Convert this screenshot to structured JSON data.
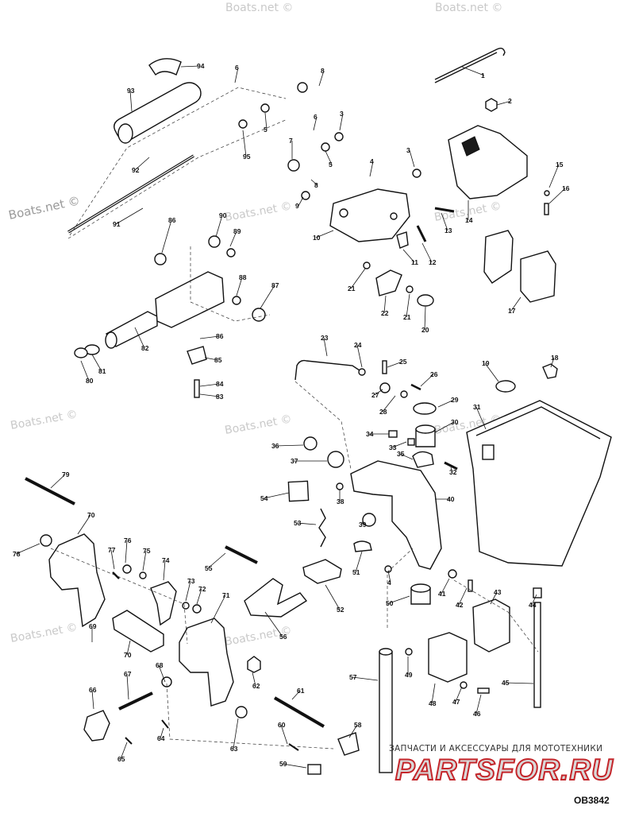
{
  "watermark": {
    "text": "Boats.net ©"
  },
  "footer": {
    "banner": "ЗАПЧАСТИ И АКСЕССУАРЫ ДЛЯ МОТОТЕХНИКИ",
    "brand": "PARTSFOR.RU",
    "drawing_code": "OB3842"
  },
  "callouts": [
    "1",
    "2",
    "3",
    "3",
    "4",
    "4",
    "5",
    "5",
    "6",
    "6",
    "7",
    "8",
    "8",
    "9",
    "10",
    "11",
    "12",
    "13",
    "14",
    "15",
    "16",
    "17",
    "18",
    "19",
    "20",
    "21",
    "21",
    "22",
    "23",
    "24",
    "25",
    "26",
    "27",
    "28",
    "29",
    "30",
    "31",
    "32",
    "33",
    "34",
    "35",
    "36",
    "37",
    "38",
    "39",
    "40",
    "41",
    "42",
    "43",
    "44",
    "45",
    "46",
    "47",
    "48",
    "49",
    "50",
    "51",
    "52",
    "53",
    "54",
    "55",
    "56",
    "57",
    "58",
    "59",
    "60",
    "61",
    "62",
    "63",
    "64",
    "65",
    "66",
    "67",
    "68",
    "69",
    "70",
    "70",
    "71",
    "72",
    "73",
    "74",
    "75",
    "76",
    "77",
    "78",
    "79",
    "80",
    "81",
    "82",
    "83",
    "84",
    "85",
    "86",
    "86",
    "87",
    "88",
    "89",
    "90",
    "91",
    "92",
    "93",
    "94",
    "95"
  ]
}
